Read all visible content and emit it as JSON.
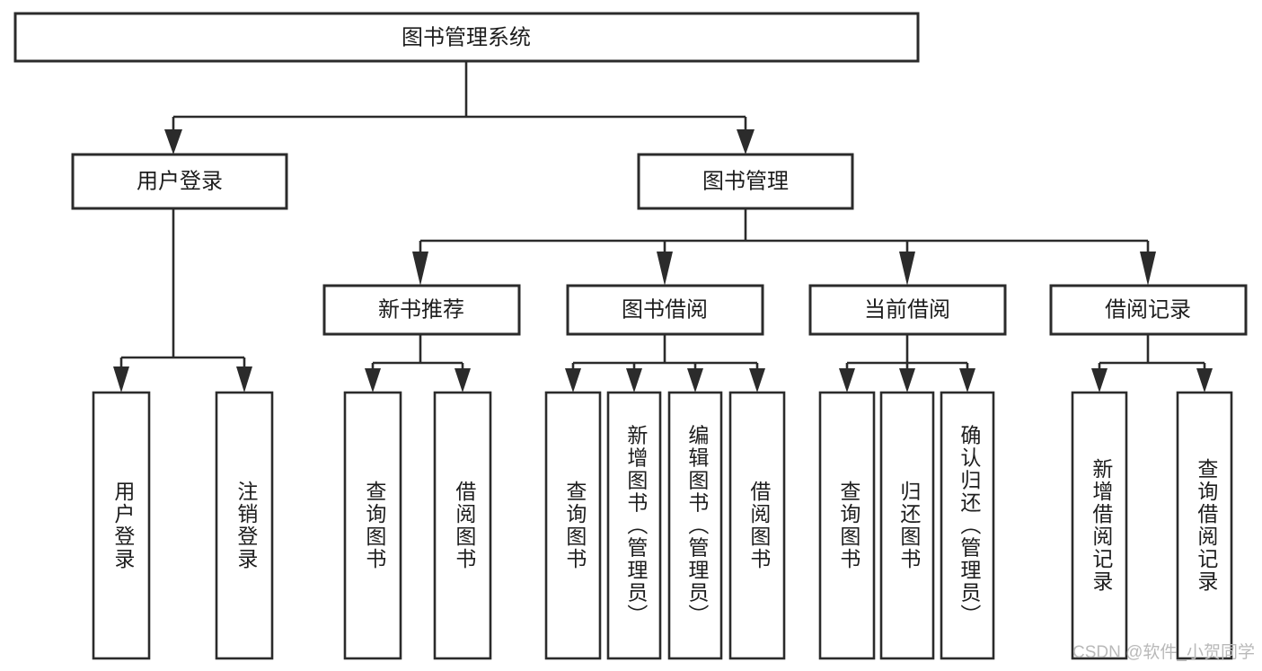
{
  "diagram": {
    "title": "图书管理系统",
    "type": "tree-hierarchy-diagram",
    "background_color": "#ffffff",
    "line_color": "#2b2b2b",
    "text_color": "#1d1d1d",
    "root": {
      "id": "root",
      "label": "图书管理系统"
    },
    "level1": [
      {
        "id": "user-login",
        "label": "用户登录"
      },
      {
        "id": "book-management",
        "label": "图书管理"
      }
    ],
    "level2": [
      {
        "id": "new-book-recommend",
        "label": "新书推荐",
        "parent": "book-management"
      },
      {
        "id": "book-borrow",
        "label": "图书借阅",
        "parent": "book-management"
      },
      {
        "id": "current-borrow",
        "label": "当前借阅",
        "parent": "book-management"
      },
      {
        "id": "borrow-record",
        "label": "借阅记录",
        "parent": "book-management"
      }
    ],
    "leaves": [
      {
        "id": "leaf-user-login",
        "label": "用户登录",
        "parent": "user-login"
      },
      {
        "id": "leaf-logout-login",
        "label": "注销登录",
        "parent": "user-login"
      },
      {
        "id": "leaf-query-book-1",
        "label": "查询图书",
        "parent": "new-book-recommend"
      },
      {
        "id": "leaf-borrow-book-1",
        "label": "借阅图书",
        "parent": "new-book-recommend"
      },
      {
        "id": "leaf-query-book-2",
        "label": "查询图书",
        "parent": "book-borrow"
      },
      {
        "id": "leaf-add-book",
        "label": "新增图书（管理员）",
        "parent": "book-borrow"
      },
      {
        "id": "leaf-edit-book",
        "label": "编辑图书（管理员）",
        "parent": "book-borrow"
      },
      {
        "id": "leaf-borrow-book-2",
        "label": "借阅图书",
        "parent": "book-borrow"
      },
      {
        "id": "leaf-query-book-3",
        "label": "查询图书",
        "parent": "current-borrow"
      },
      {
        "id": "leaf-return-book",
        "label": "归还图书",
        "parent": "current-borrow"
      },
      {
        "id": "leaf-confirm-return",
        "label": "确认归还（管理员）",
        "parent": "current-borrow"
      },
      {
        "id": "leaf-add-record",
        "label": "新增借阅记录",
        "parent": "borrow-record"
      },
      {
        "id": "leaf-query-record",
        "label": "查询借阅记录",
        "parent": "borrow-record"
      }
    ]
  },
  "watermark": {
    "text": "CSDN @软件_小贺同学"
  }
}
